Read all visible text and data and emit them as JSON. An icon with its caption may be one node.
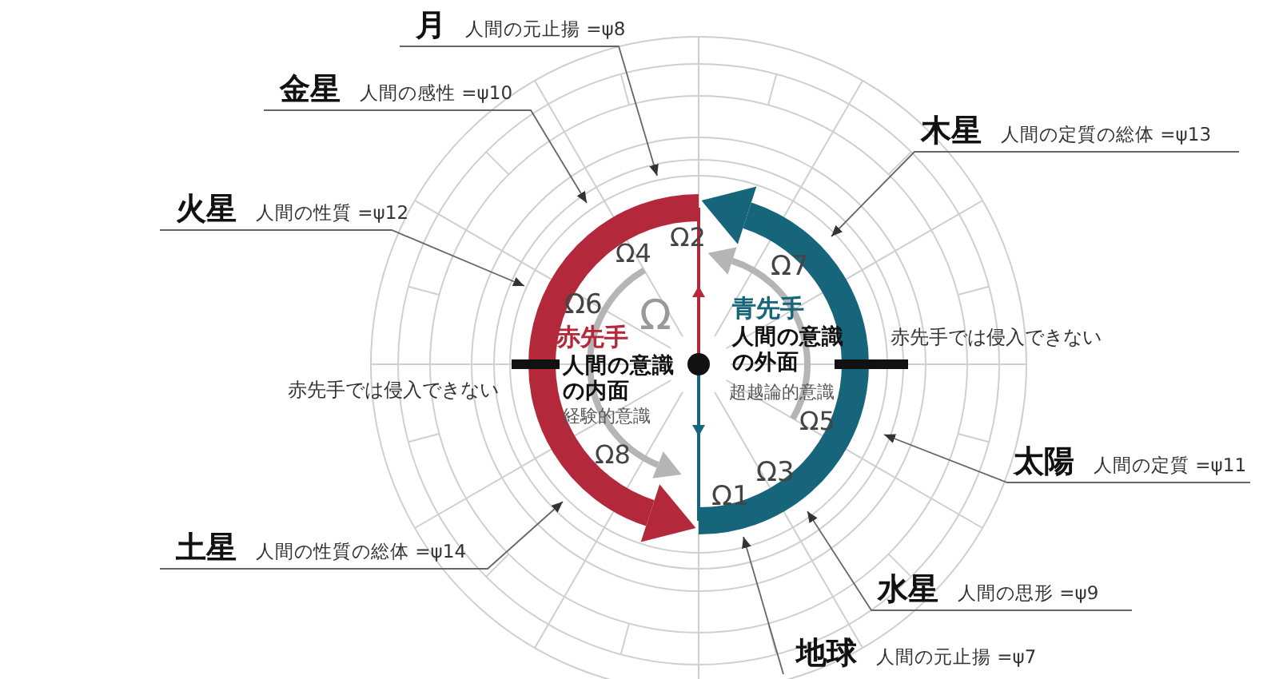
{
  "diagram": {
    "nodes": [
      {
        "text": [
          "月",
          "人間の元止揚 =ψ8"
        ]
      },
      {
        "text": [
          "金星",
          "人間の感性 =ψ10"
        ]
      },
      {
        "text": [
          "木星",
          "人間の定質の総体 =ψ13"
        ]
      },
      {
        "text": [
          "火星",
          "人間の性質 =ψ12"
        ]
      },
      {
        "text": [
          "太陽",
          "人間の定質 =ψ11"
        ]
      },
      {
        "text": [
          "土星",
          "人間の性質の総体 =ψ14"
        ]
      },
      {
        "text": [
          "水星",
          "人間の思形 =ψ9"
        ]
      },
      {
        "text": [
          "地球",
          "人間の元止揚 =ψ7"
        ]
      }
    ],
    "edges": [
      {
        "from": 0,
        "to": null,
        "arrow": "to"
      },
      {
        "from": 1,
        "to": null,
        "arrow": "to"
      },
      {
        "from": 2,
        "to": null,
        "arrow": "to"
      },
      {
        "from": 3,
        "to": null,
        "arrow": "to"
      },
      {
        "from": 4,
        "to": null,
        "arrow": "to"
      },
      {
        "from": 5,
        "to": null,
        "arrow": "to"
      },
      {
        "from": 6,
        "to": null,
        "arrow": "to"
      },
      {
        "from": 7,
        "to": null,
        "arrow": "to"
      }
    ],
    "labels": [
      "Ω",
      "Ω2",
      "Ω4",
      "Ω7",
      "Ω6",
      "青先手",
      "赤先手",
      "人間の意識の外面",
      "人間の意識の内面",
      "赤先手では侵入できない",
      "赤先手では侵入できない",
      "超越論的意識",
      "経験的意識",
      "Ω5",
      "Ω8",
      "Ω3",
      "Ω1"
    ]
  }
}
